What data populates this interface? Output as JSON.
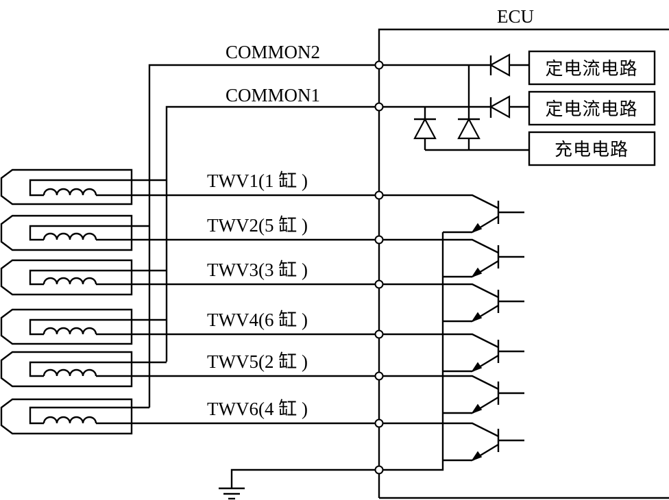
{
  "diagram": {
    "title": "ECU",
    "common_lines": [
      {
        "label": "COMMON2"
      },
      {
        "label": "COMMON1"
      }
    ],
    "channels": [
      {
        "label": "TWV1(1 缸 )",
        "valve": "TWV1",
        "cylinder": "1"
      },
      {
        "label": "TWV2(5 缸 )",
        "valve": "TWV2",
        "cylinder": "5"
      },
      {
        "label": "TWV3(3 缸 )",
        "valve": "TWV3",
        "cylinder": "3"
      },
      {
        "label": "TWV4(6 缸 )",
        "valve": "TWV4",
        "cylinder": "6"
      },
      {
        "label": "TWV5(2 缸 )",
        "valve": "TWV5",
        "cylinder": "2"
      },
      {
        "label": "TWV6(4 缸 )",
        "valve": "TWV6",
        "cylinder": "4"
      }
    ],
    "ecu_blocks": [
      {
        "label": "定电流电路"
      },
      {
        "label": "定电流电路"
      },
      {
        "label": "充电电路"
      }
    ]
  }
}
